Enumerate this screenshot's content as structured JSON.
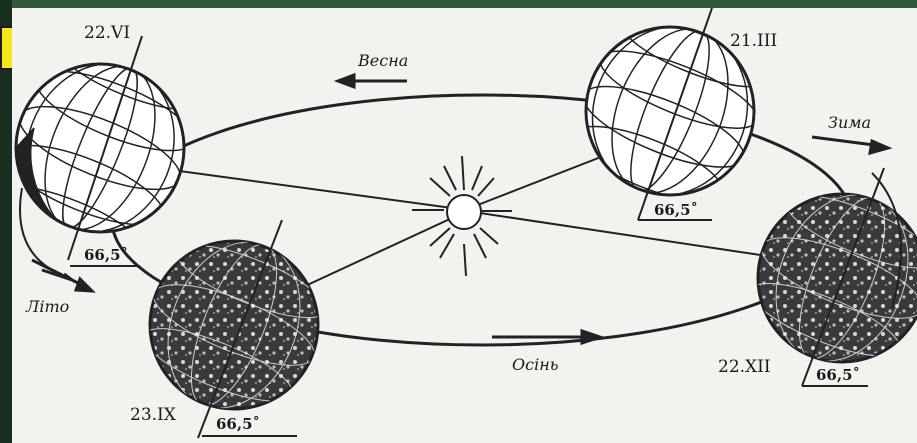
{
  "dates": {
    "june": "22.VI",
    "march": "21.III",
    "september": "23.IX",
    "december": "22.XII"
  },
  "seasons": {
    "spring": "Весна",
    "winter": "Зима",
    "summer": "Літо",
    "autumn": "Осінь"
  },
  "axial_tilt": "66,5˚"
}
